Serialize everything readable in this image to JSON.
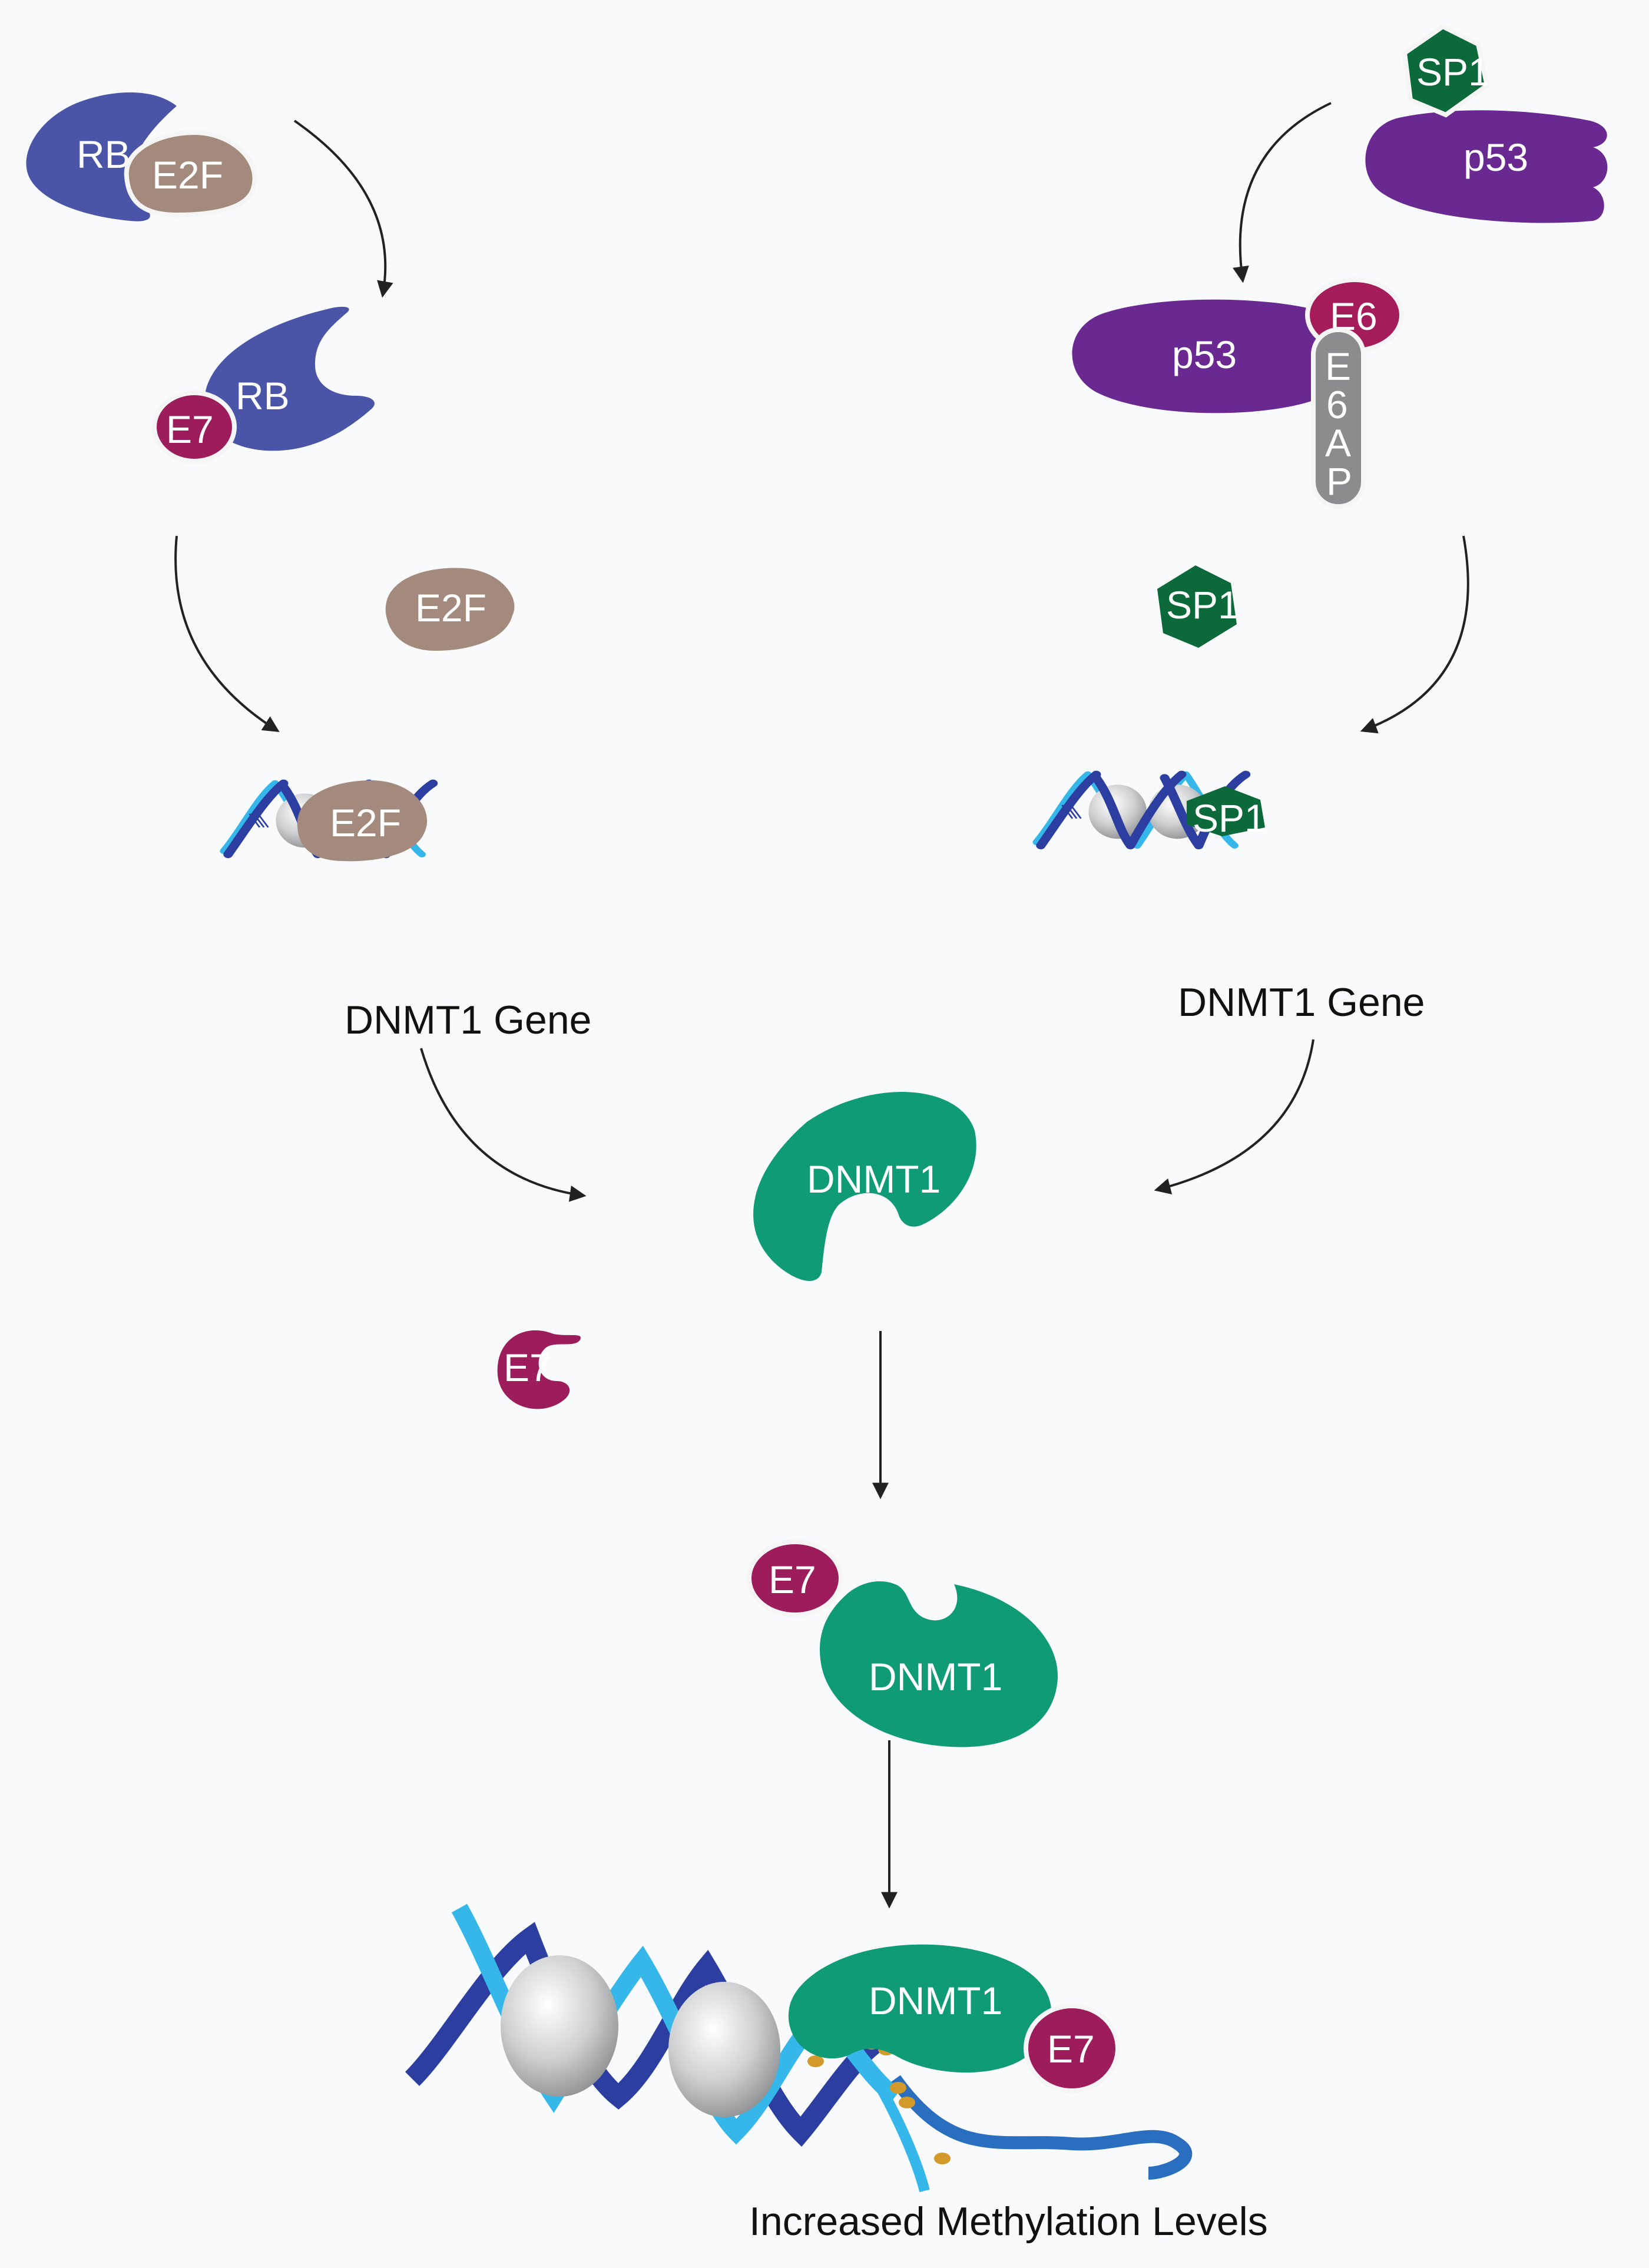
{
  "colors": {
    "rb": "#4b55a8",
    "e2f": "#a38a7c",
    "e7": "#9c1c5c",
    "e6": "#a41c5a",
    "p53": "#6a2891",
    "sp1": "#0c6a3a",
    "e6ap": "#8a8c8e",
    "dnmt1": "#0e9b76",
    "dna_dark": "#2c3fa0",
    "dna_light": "#35b7ea",
    "histone": "#c9cacb",
    "methyl": "#d29a2a",
    "arrow": "#222222",
    "background": "#f9fafb"
  },
  "labels": {
    "rb_top": "RB",
    "e2f_top": "E2F",
    "rb_bound": "RB",
    "e7_bound": "E7",
    "e2f_free": "E2F",
    "e2f_dna": "E2F",
    "gene_left": "DNMT1 Gene",
    "sp1_top": "SP1",
    "p53_top": "p53",
    "p53_bound": "p53",
    "e6": "E6",
    "e6ap": [
      "E",
      "6",
      "A",
      "P"
    ],
    "sp1_free": "SP1",
    "sp1_dna": "SP1",
    "gene_right": "DNMT1 Gene",
    "dnmt1_mid": "DNMT1",
    "e7_free": "E7",
    "e7_complex": "E7",
    "dnmt1_complex": "DNMT1",
    "dnmt1_bottom": "DNMT1",
    "e7_bottom": "E7",
    "caption": "Increased Methylation Levels"
  }
}
